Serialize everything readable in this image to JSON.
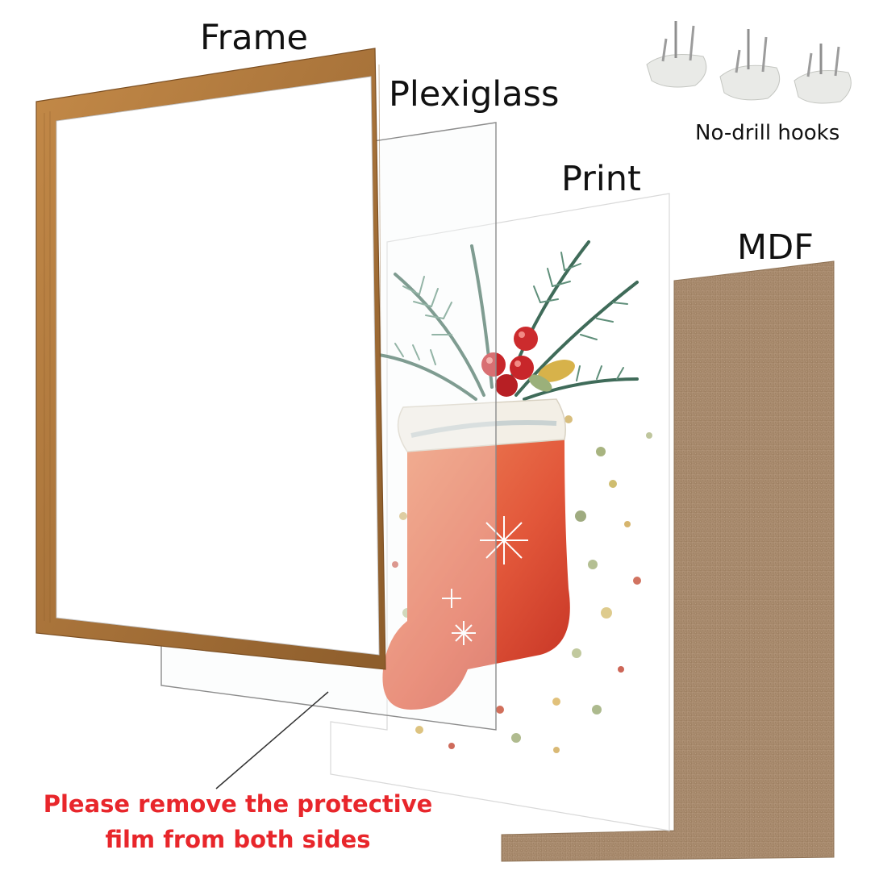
{
  "labels": {
    "frame": "Frame",
    "plexiglass": "Plexiglass",
    "print": "Print",
    "mdf": "MDF",
    "hooks": "No-drill hooks"
  },
  "note": {
    "line1": "Please remove the protective",
    "line2": "film from both sides"
  },
  "colors": {
    "frame_wood": "#b07a3c",
    "frame_wood_dark": "#8a5a27",
    "mdf": "#a88a6a",
    "note": "#e8262b",
    "stocking": "#d8412f",
    "stocking_cuff": "#f3efe6",
    "berry": "#c8262a",
    "pine": "#3f6b59"
  }
}
